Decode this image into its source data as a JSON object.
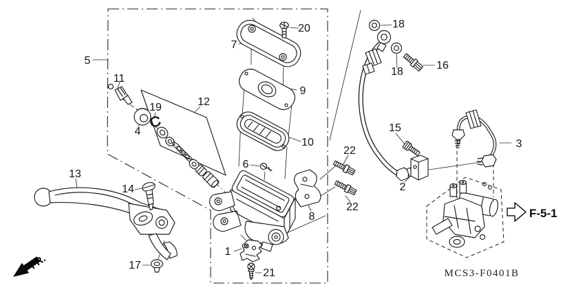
{
  "figure": {
    "code": "MCS3-F0401B",
    "reference": "F-5-1",
    "direction": "FR."
  },
  "callouts": [
    {
      "num": "5"
    },
    {
      "num": "11"
    },
    {
      "num": "19"
    },
    {
      "num": "4"
    },
    {
      "num": "12"
    },
    {
      "num": "7"
    },
    {
      "num": "20"
    },
    {
      "num": "9"
    },
    {
      "num": "10"
    },
    {
      "num": "6"
    },
    {
      "num": "22"
    },
    {
      "num": "22"
    },
    {
      "num": "8"
    },
    {
      "num": "13"
    },
    {
      "num": "14"
    },
    {
      "num": "17"
    },
    {
      "num": "1"
    },
    {
      "num": "21"
    },
    {
      "num": "2"
    },
    {
      "num": "15"
    },
    {
      "num": "18"
    },
    {
      "num": "18"
    },
    {
      "num": "16"
    },
    {
      "num": "3"
    }
  ]
}
